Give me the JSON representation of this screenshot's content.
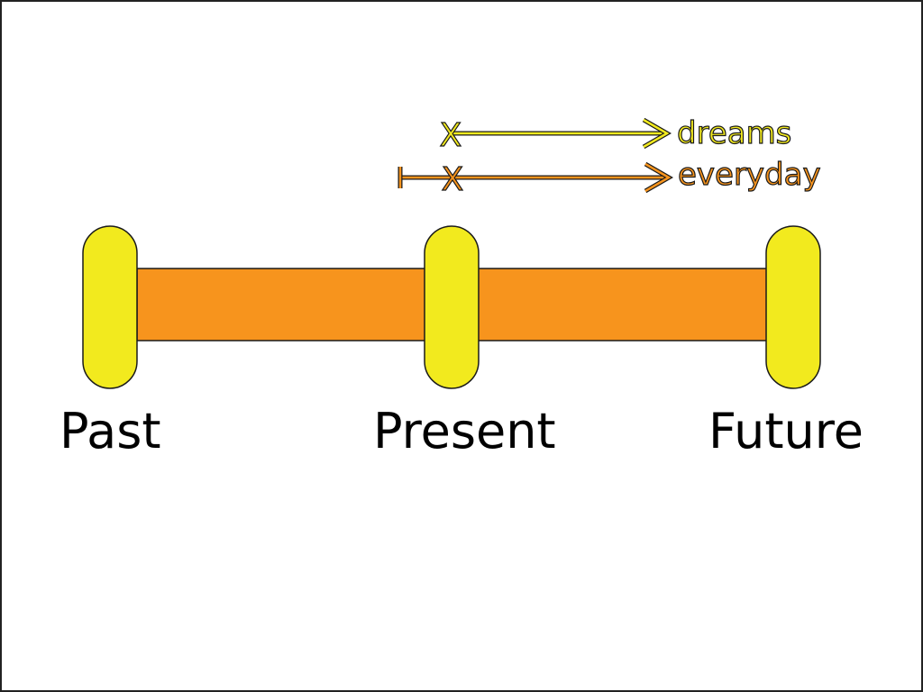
{
  "timeline": {
    "labels": {
      "past": "Past",
      "present": "Present",
      "future": "Future"
    },
    "arrows": {
      "dreams": {
        "label": "dreams",
        "start_glyph": "X",
        "color": "#f2ea1e"
      },
      "everyday": {
        "label": "everyday",
        "start_glyph": "X",
        "color": "#f7941d"
      }
    },
    "colors": {
      "bar": "#f7941d",
      "node": "#f2ea1e",
      "outline": "#1a1a1a",
      "text": "#000000",
      "background": "#ffffff"
    }
  }
}
